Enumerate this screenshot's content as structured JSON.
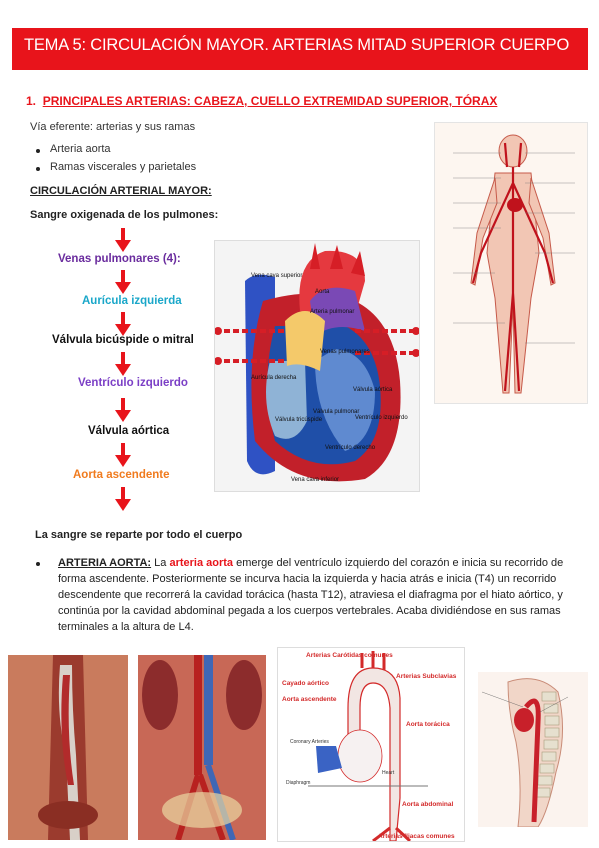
{
  "header": {
    "title": "TEMA 5: CIRCULACIÓN MAYOR. ARTERIAS MITAD SUPERIOR CUERPO"
  },
  "section1": {
    "number": "1.",
    "title": "PRINCIPALES ARTERIAS: CABEZA, CUELLO EXTREMIDAD SUPERIOR, TÓRAX"
  },
  "intro": "Vía eferente: arterias y sus ramas",
  "bullets": [
    "Arteria aorta",
    "Ramas viscerales y parietales"
  ],
  "circ_heading": "CIRCULACIÓN ARTERIAL MAYOR:",
  "oxy_text": "Sangre oxigenada de los pulmones:",
  "flow": [
    {
      "label": "Venas pulmonares (4):",
      "color": "#6a2c9e"
    },
    {
      "label": "Aurícula izquierda",
      "color": "#1aa7c9"
    },
    {
      "label": "Válvula bicúspide o mitral",
      "color": "#111111"
    },
    {
      "label": "Ventrículo izquierdo",
      "color": "#7b3fc6"
    },
    {
      "label": "Válvula aórtica",
      "color": "#111111"
    },
    {
      "label": "Aorta ascendente",
      "color": "#f07b1e"
    }
  ],
  "heart_labels": {
    "vcs": "Vena cava superior",
    "aorta": "Aorta",
    "ap": "Arteria pulmonar",
    "vp": "Venas pulmonares",
    "ad": "Aurícula derecha",
    "vt": "Válvula tricúspide",
    "vpul": "Válvula pulmonar",
    "vao": "Válvula aórtica",
    "vi": "Ventrículo izquierdo",
    "vd": "Ventrículo derecho",
    "vci": "Vena cava inferior"
  },
  "distribution": "La sangre se reparte por todo el cuerpo",
  "aorta_para": {
    "label": "ARTERIA AORTA:",
    "p1": " La ",
    "highlight": "arteria aorta",
    "p2": " emerge del ventrículo izquierdo del corazón e inicia su recorrido de forma ascendente. Posteriormente se incurva hacia la izquierda y hacia atrás e inicia (T4) un recorrido descendente que recorrerá la cavidad torácica (hasta T12), atraviesa el diafragma por el hiato aórtico, y continúa por la cavidad abdominal pegada a los cuerpos vertebrales. Acaba dividiéndose en sus ramas terminales a la altura de L4."
  },
  "aorta_diagram": {
    "carotidas": "Arterias Carótidas comunes",
    "cayado": "Cayado aórtico",
    "ascendente": "Aorta ascendente",
    "subclavias": "Arterias Subclavias",
    "toracica": "Aorta torácica",
    "abdominal": "Aorta abdominal",
    "iliacas": "Arterias Iliacas comunes",
    "coronary": "Coronary Arteries",
    "heart": "Heart",
    "diaphragm": "Diaphragm"
  },
  "colors": {
    "accent": "#e8141b",
    "banner_text": "#ffffff"
  }
}
